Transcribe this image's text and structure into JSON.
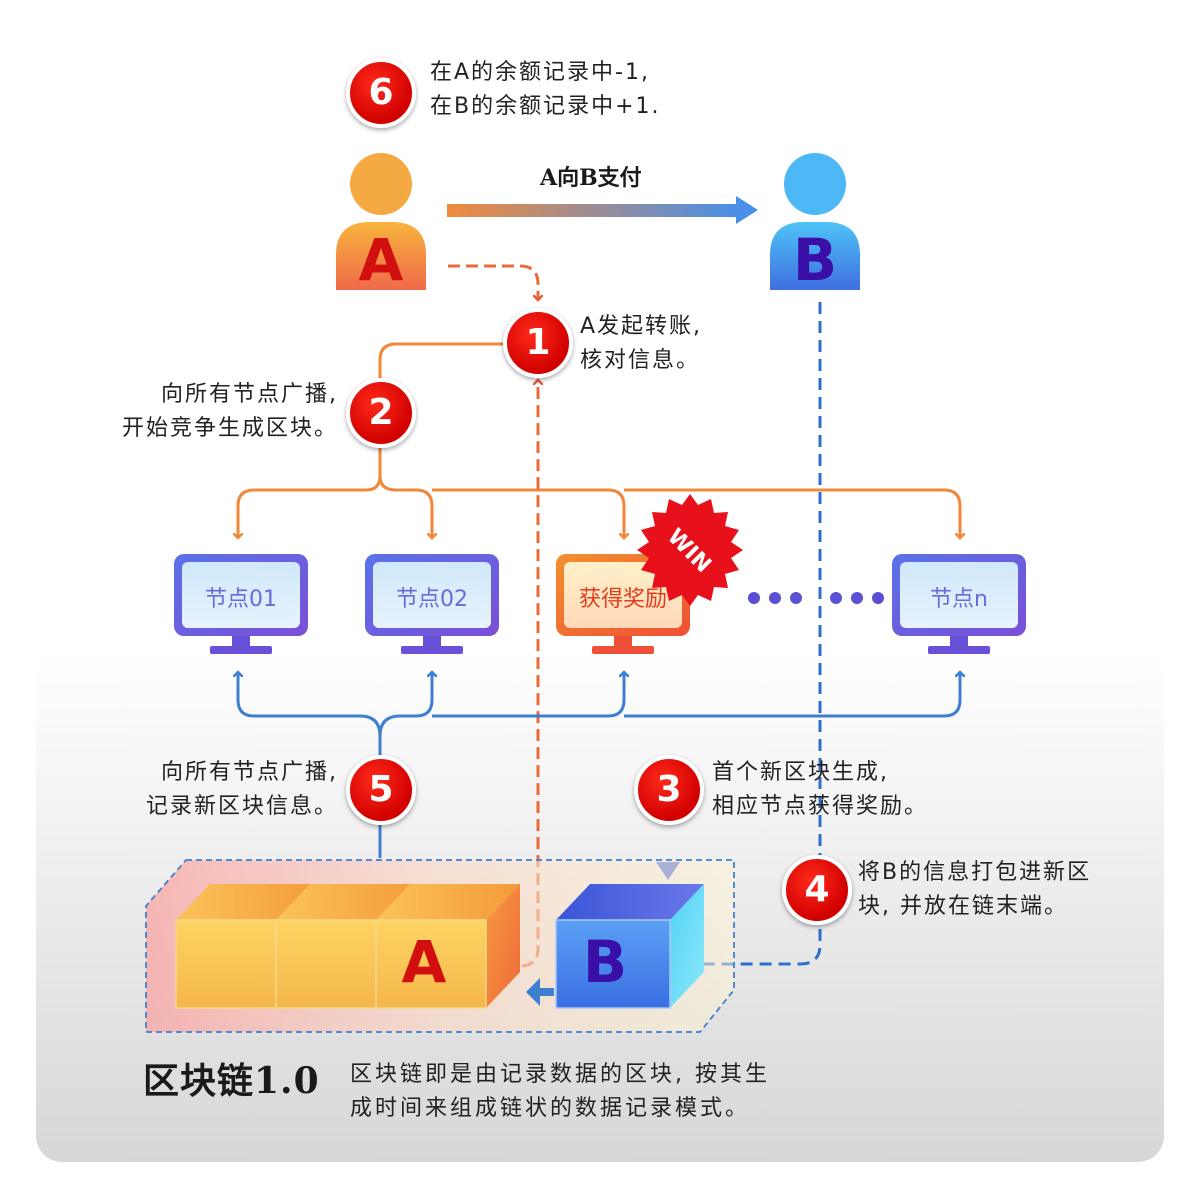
{
  "step6": {
    "num": "6",
    "line1": "在A的余额记录中-1,",
    "line2": "在B的余额记录中+1."
  },
  "payment_label": "A向B支付",
  "person_a": {
    "letter": "A"
  },
  "person_b": {
    "letter": "B"
  },
  "step1": {
    "num": "1",
    "line1": "A发起转账,",
    "line2": "核对信息。"
  },
  "step2": {
    "num": "2",
    "line1": "向所有节点广播,",
    "line2": "开始竞争生成区块。"
  },
  "nodes": [
    {
      "label": "节点01"
    },
    {
      "label": "节点02"
    },
    {
      "label": "获得奖励"
    },
    {
      "label": "节点n"
    }
  ],
  "win_badge": "WIN",
  "step5": {
    "num": "5",
    "line1": "向所有节点广播,",
    "line2": "记录新区块信息。"
  },
  "step3": {
    "num": "3",
    "line1": "首个新区块生成,",
    "line2": "相应节点获得奖励。"
  },
  "step4": {
    "num": "4",
    "line1": "将B的信息打包进新区",
    "line2": "块, 并放在链末端。"
  },
  "blocks": {
    "a_letter": "A",
    "b_letter": "B"
  },
  "footer": {
    "title": "区块链1.0",
    "line1": "区块链即是由记录数据的区块, 按其生",
    "line2": "成时间来组成链状的数据记录模式。"
  },
  "colors": {
    "orange": "#f0883a",
    "red": "#e85a3a",
    "blue": "#3f7fd0",
    "badge": "#d10000",
    "purple": "#6a4fd8"
  }
}
